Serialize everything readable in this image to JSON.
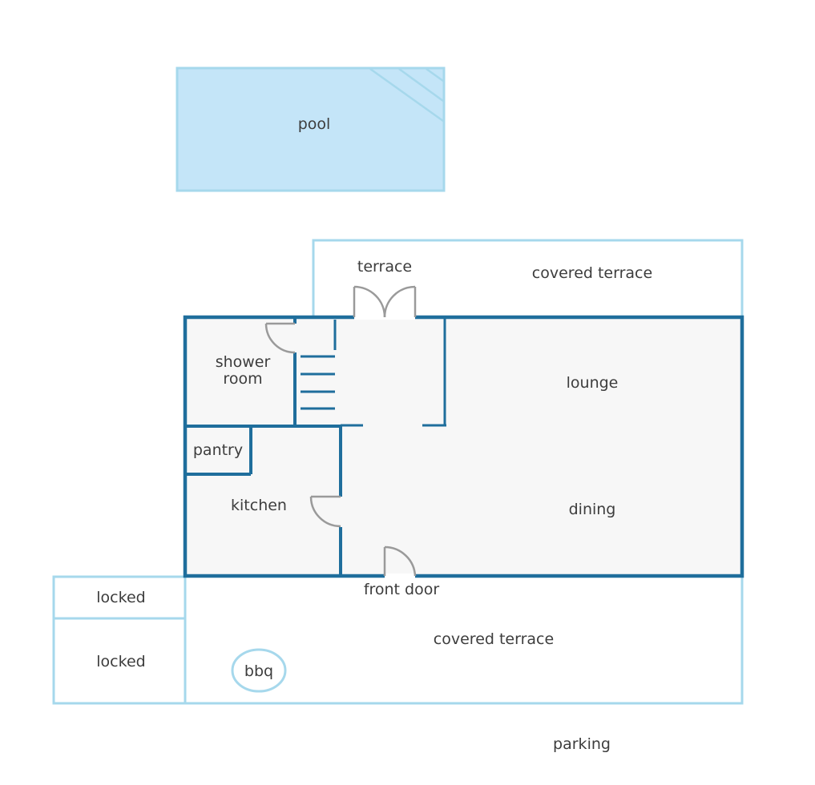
{
  "colors": {
    "pool_fill": "#c4e5f8",
    "pool_stroke": "#a6d8ec",
    "outdoor_stroke": "#a6d8ec",
    "house_wall": "#1f6e9c",
    "house_floor": "#f7f7f7",
    "door_swing": "#9a9a9a",
    "label_text": "#3d3d3d"
  },
  "labels": {
    "pool": "pool",
    "terrace": "terrace",
    "covered_terrace_top": "covered terrace",
    "shower_room_line1": "shower",
    "shower_room_line2": "room",
    "lounge": "lounge",
    "pantry": "pantry",
    "kitchen": "kitchen",
    "dining": "dining",
    "front_door": "front door",
    "locked_1": "locked",
    "locked_2": "locked",
    "covered_terrace_bottom": "covered terrace",
    "bbq": "bbq",
    "parking": "parking"
  }
}
